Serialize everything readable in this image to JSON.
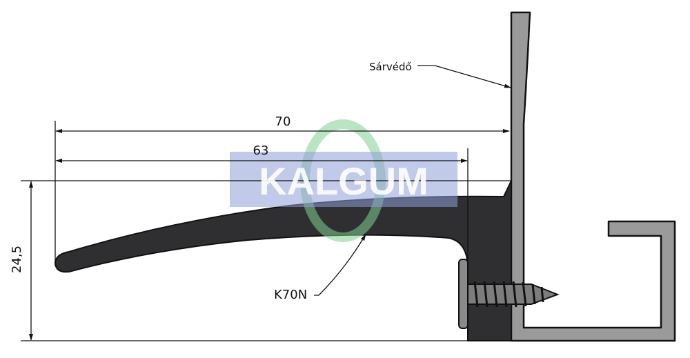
{
  "dimensions": {
    "width_overall": "70",
    "width_profile": "63",
    "height": "24,5"
  },
  "labels": {
    "fender": "Sárvédő",
    "profile": "K70N"
  },
  "watermark": {
    "text": "KALGUM"
  },
  "colors": {
    "profile": "#2f2f31",
    "fender": "#9a9a9a",
    "watermark_ring": "#7fd08f",
    "watermark_band": "#8f9fd8"
  }
}
